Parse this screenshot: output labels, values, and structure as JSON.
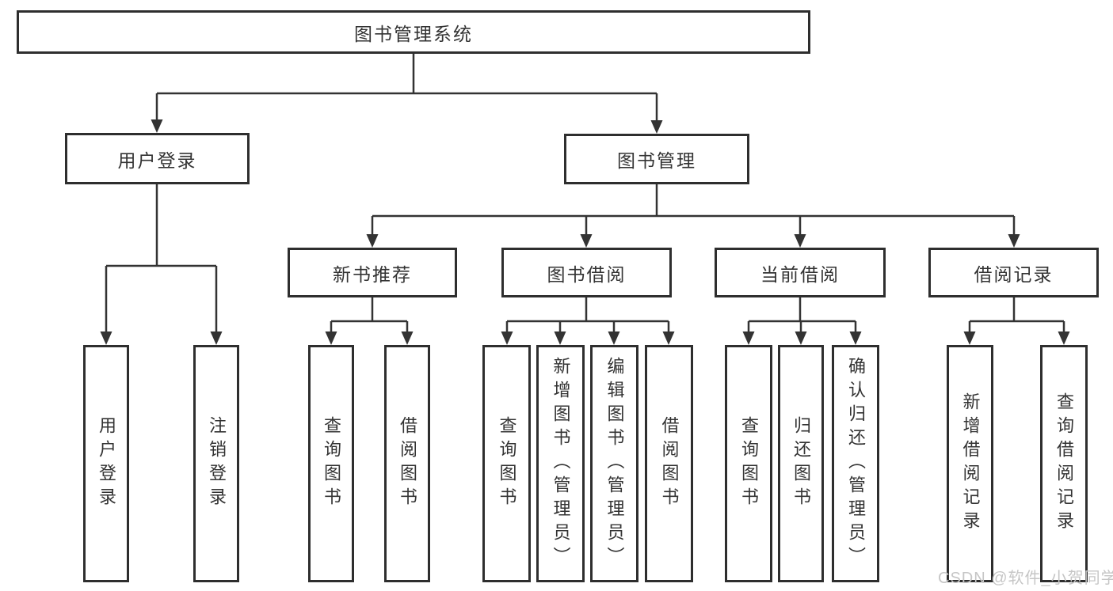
{
  "watermark": "CSDN @软件_小贺同学",
  "colors": {
    "line": "#333333",
    "box_border": "#2e2e2e",
    "box_background": "#ffffff",
    "text": "#333333",
    "watermark_text": "#c6c6c6",
    "page_background": "#ffffff"
  },
  "tree": {
    "label": "图书管理系统",
    "children": [
      {
        "label": "用户登录",
        "children": [
          {
            "label": "用户登录"
          },
          {
            "label": "注销登录"
          }
        ]
      },
      {
        "label": "图书管理",
        "children": [
          {
            "label": "新书推荐",
            "children": [
              {
                "label": "查询图书"
              },
              {
                "label": "借阅图书"
              }
            ]
          },
          {
            "label": "图书借阅",
            "children": [
              {
                "label": "查询图书"
              },
              {
                "label": "新增图书（管理员）"
              },
              {
                "label": "编辑图书（管理员）"
              },
              {
                "label": "借阅图书"
              }
            ]
          },
          {
            "label": "当前借阅",
            "children": [
              {
                "label": "查询图书"
              },
              {
                "label": "归还图书"
              },
              {
                "label": "确认归还（管理员）"
              }
            ]
          },
          {
            "label": "借阅记录",
            "children": [
              {
                "label": "新增借阅记录"
              },
              {
                "label": "查询借阅记录"
              }
            ]
          }
        ]
      }
    ]
  }
}
